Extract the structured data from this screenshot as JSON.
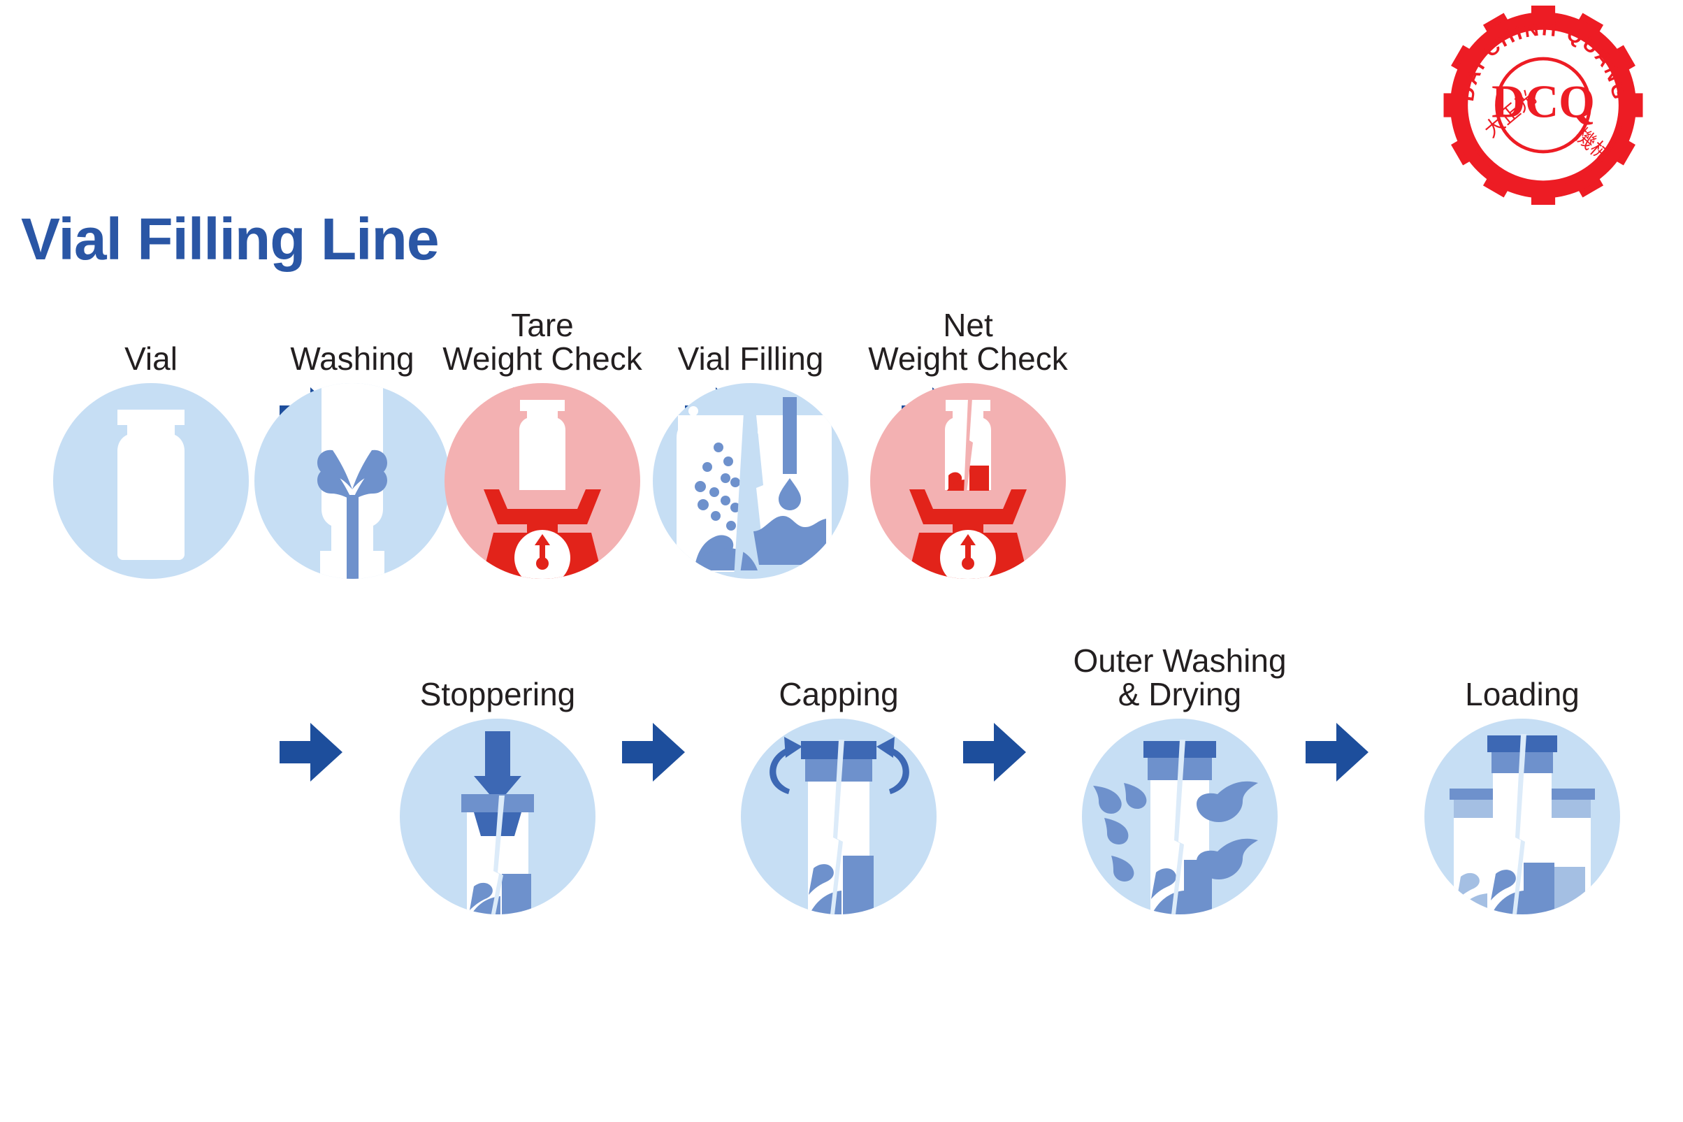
{
  "page": {
    "title": "Vial Filling Line",
    "title_color": "#2a56a5",
    "background": "#ffffff"
  },
  "logo": {
    "name": "dcq-company-logo",
    "arc_text": "DAI CHINH QUANG",
    "monogram": "DCQ",
    "cjk_left": "大正光",
    "cjk_right": "機械",
    "color": "#ed1c24"
  },
  "colors": {
    "circle_blue": "#c6def4",
    "circle_pink": "#f3b1b2",
    "arrow_blue": "#1d4e9c",
    "icon_blue": "#6e91cc",
    "icon_dark_blue": "#3d68b4",
    "icon_red": "#e2231a",
    "label_text": "#231f20"
  },
  "flow": {
    "rows": [
      {
        "name": "row-1",
        "steps": [
          {
            "id": "vial",
            "label": "Vial",
            "icon": "vial-icon",
            "circle": "blue"
          },
          {
            "id": "washing",
            "label": "Washing",
            "icon": "inner-washing-icon",
            "circle": "blue"
          },
          {
            "id": "tare",
            "label": "Tare\nWeight Check",
            "icon": "scale-empty-vial-icon",
            "circle": "pink"
          },
          {
            "id": "filling",
            "label": "Vial Filling",
            "icon": "vial-filling-icon",
            "circle": "blue"
          },
          {
            "id": "net",
            "label": "Net\nWeight Check",
            "icon": "scale-filled-vial-icon",
            "circle": "pink"
          }
        ]
      },
      {
        "name": "row-2",
        "steps": [
          {
            "id": "stoppering",
            "label": "Stoppering",
            "icon": "stoppering-icon",
            "circle": "blue"
          },
          {
            "id": "capping",
            "label": "Capping",
            "icon": "capping-icon",
            "circle": "blue"
          },
          {
            "id": "outerwash",
            "label": "Outer Washing\n& Drying",
            "icon": "outer-washing-icon",
            "circle": "blue"
          },
          {
            "id": "loading",
            "label": "Loading",
            "icon": "loading-vials-icon",
            "circle": "blue"
          }
        ]
      }
    ],
    "arrow_icon": "arrow-right-icon",
    "arrow_count_row_1": 4,
    "arrow_count_row_2": 4
  }
}
